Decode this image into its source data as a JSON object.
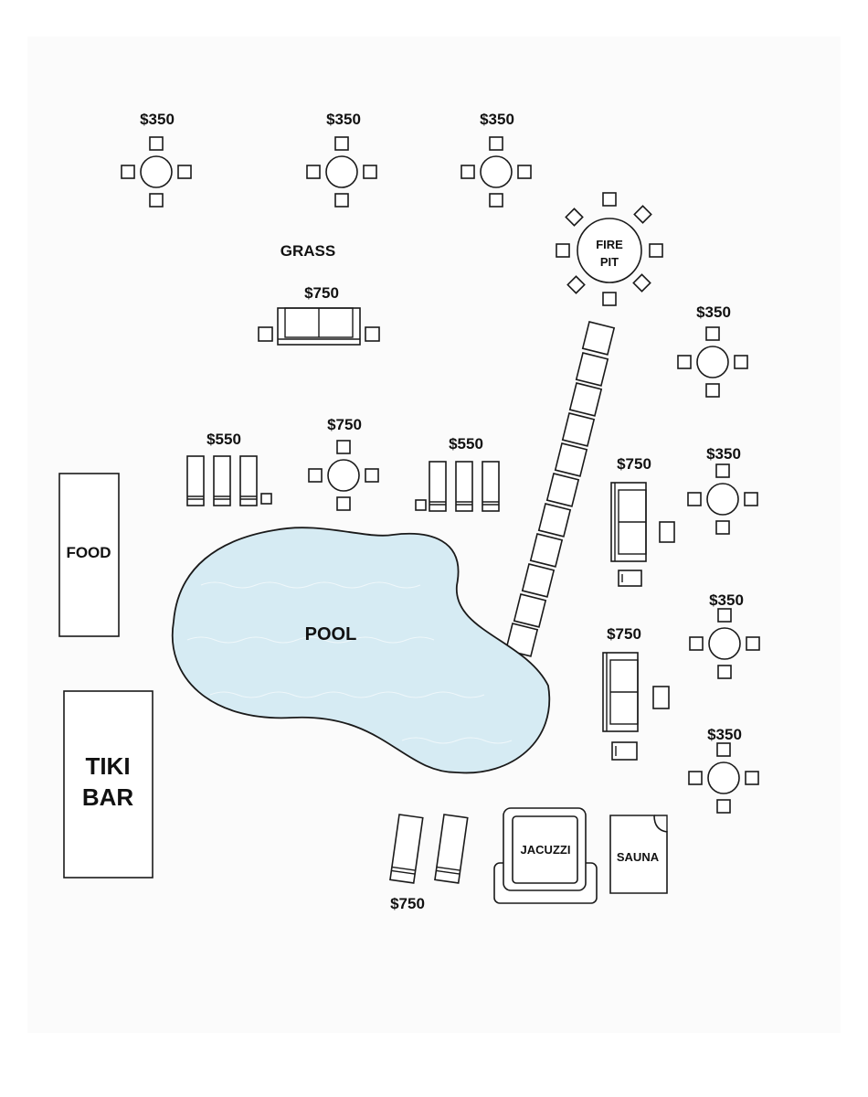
{
  "colors": {
    "pool_water": "#d6ebf3",
    "line": "#1a1a1a",
    "background": "#fbfbfb"
  },
  "zones": {
    "grass": "GRASS",
    "fire_pit_line1": "FIRE",
    "fire_pit_line2": "PIT",
    "food": "FOOD",
    "tiki_line1": "TIKI",
    "tiki_line2": "BAR",
    "pool": "POOL",
    "jacuzzi": "JACUZZI",
    "sauna": "SAUNA"
  },
  "prices": {
    "table_top_left": "$350",
    "table_top_middle": "$350",
    "table_top_right": "$350",
    "sofa_grass": "$750",
    "table_right_1": "$350",
    "loungers_left": "$550",
    "table_center": "$750",
    "loungers_right": "$550",
    "sofa_right_1": "$750",
    "table_right_2": "$350",
    "table_right_3": "$350",
    "sofa_right_2": "$750",
    "table_right_4": "$350",
    "loungers_bottom": "$750"
  }
}
